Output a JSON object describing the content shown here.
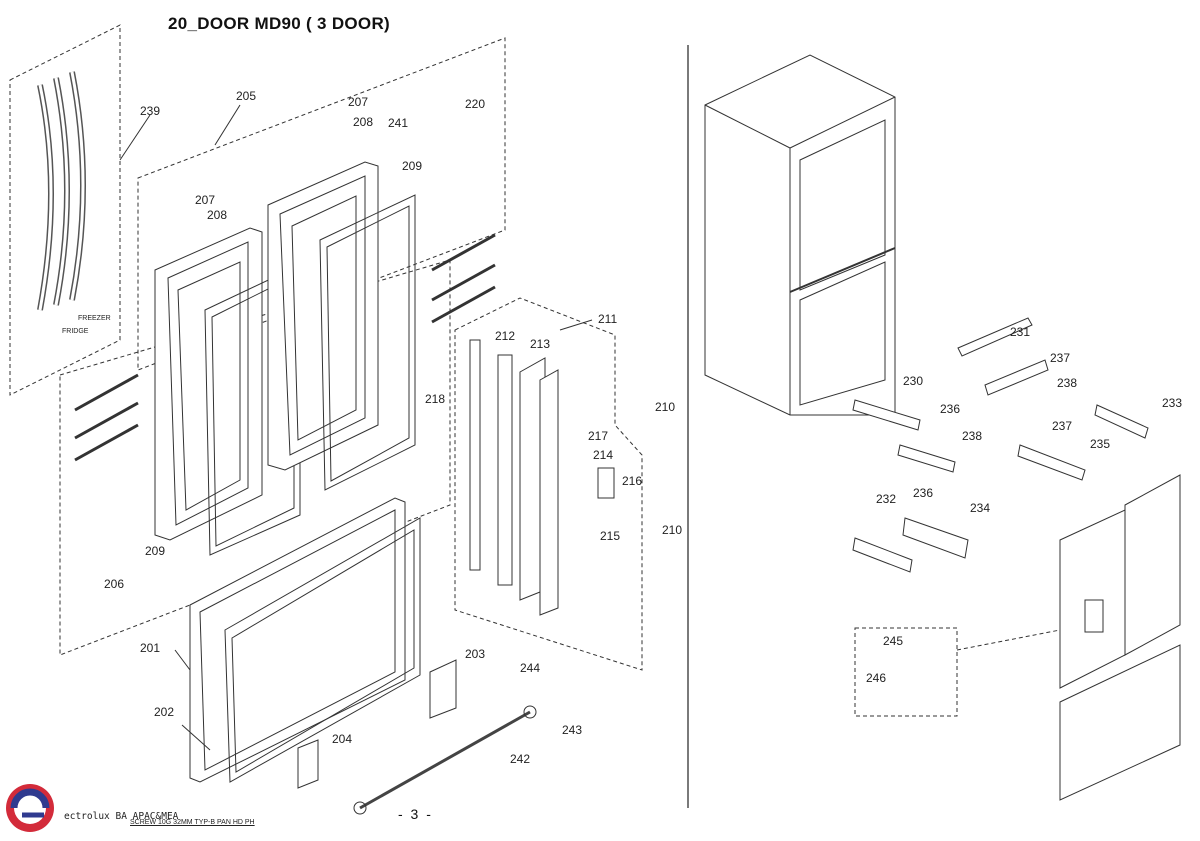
{
  "title": "20_DOOR MD90 ( 3 DOOR)",
  "page_number": "- 3 -",
  "footer": {
    "brand": "ectrolux BA APAC&MEA",
    "note": "SCREW 10G 32MM TYP-B PAN HD PH"
  },
  "handle_labels": {
    "freezer": "FREEZER",
    "fridge": "FRIDGE"
  },
  "callouts": [
    "239",
    "205",
    "207",
    "208",
    "241",
    "220",
    "209",
    "207",
    "208",
    "218",
    "210",
    "211",
    "212",
    "213",
    "217",
    "214",
    "216",
    "215",
    "210",
    "209",
    "206",
    "201",
    "203",
    "244",
    "243",
    "202",
    "204",
    "242",
    "231",
    "237",
    "230",
    "238",
    "236",
    "233",
    "238",
    "237",
    "235",
    "232",
    "236",
    "234",
    "245",
    "246"
  ],
  "colors": {
    "logo_red": "#d32b3a",
    "logo_blue": "#2f3a8f",
    "line": "#333333"
  }
}
